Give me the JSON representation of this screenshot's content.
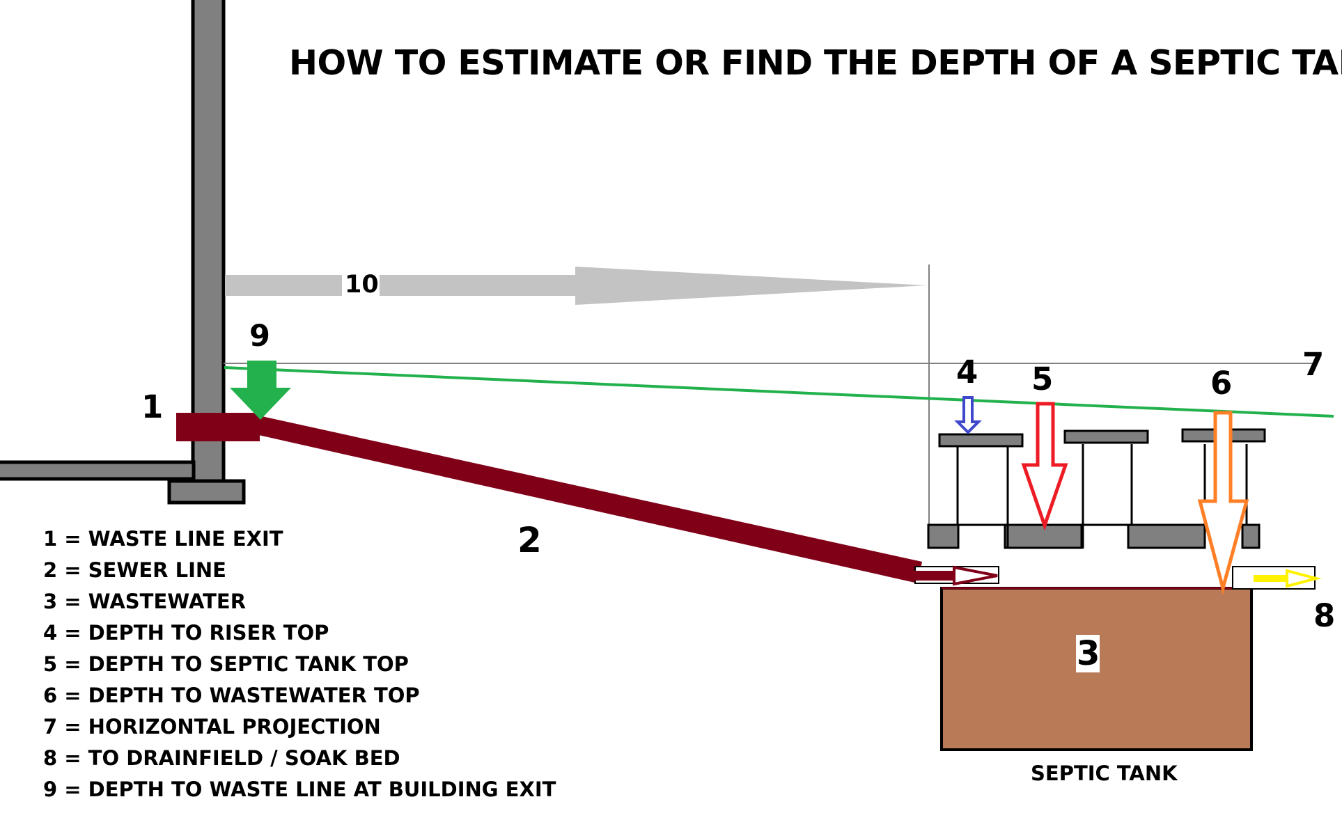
{
  "title": "HOW TO ESTIMATE OR FIND THE DEPTH OF A SEPTIC TANK",
  "labels": {
    "n1": "1",
    "n2": "2",
    "n3": "3",
    "n4": "4",
    "n5": "5",
    "n6": "6",
    "n7": "7",
    "n8": "8",
    "n9": "9",
    "n10": "10"
  },
  "legend": [
    "1 = WASTE LINE EXIT",
    "2 = SEWER LINE",
    "3 = WASTEWATER",
    "4 = DEPTH TO RISER TOP",
    "5 = DEPTH TO SEPTIC TANK TOP",
    "6 = DEPTH TO WASTEWATER TOP",
    "7 = HORIZONTAL PROJECTION",
    "8 = TO DRAINFIELD / SOAK BED",
    "9 = DEPTH TO WASTE LINE AT BUILDING EXIT"
  ],
  "tank_label": "SEPTIC TANK",
  "colors": {
    "wall": "#808080",
    "sewer_line": "#800018",
    "wastewater": "#b97a57",
    "grade_line": "#22b14c",
    "arrow_depth_riser": "#3f48cc",
    "arrow_depth_tank": "#ed1c24",
    "arrow_depth_wastewater": "#ff7f27",
    "arrow_outflow": "#fff200",
    "arrow_distance": "#c3c3c3"
  }
}
